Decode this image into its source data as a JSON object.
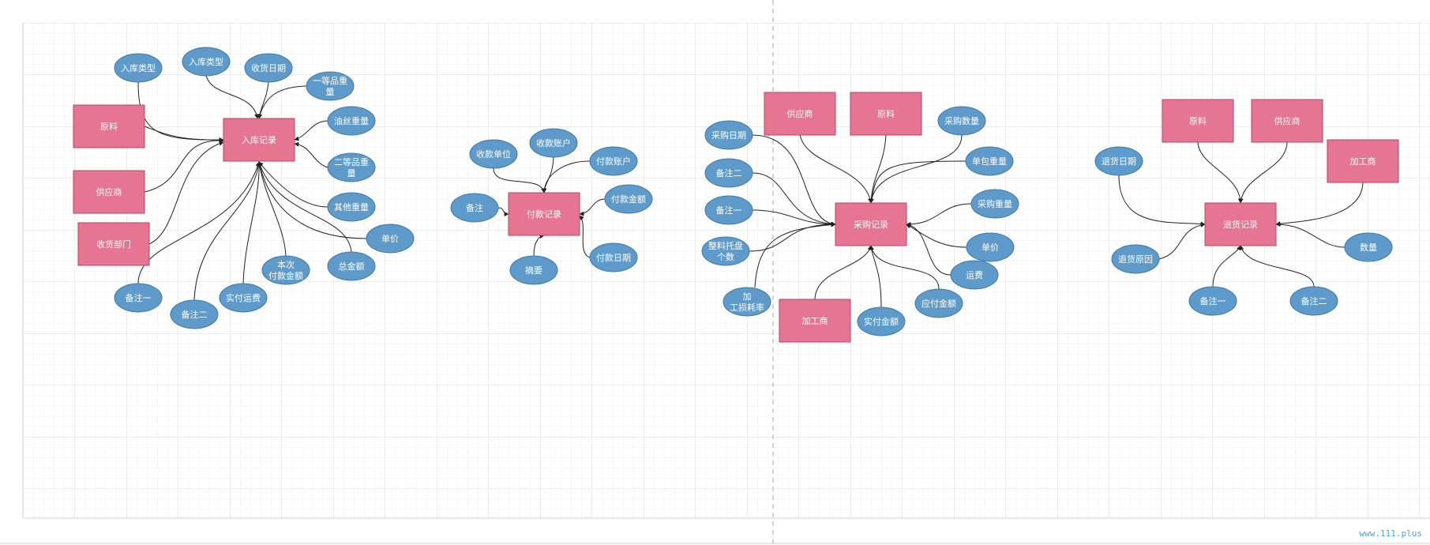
{
  "colors": {
    "entity_fill": "#e57590",
    "entity_stroke": "#b8476a",
    "attribute_fill": "#5e9bcb",
    "attribute_stroke": "#3d78a8",
    "text": "#ffffff",
    "edge": "#222222",
    "grid_minor": "#eeeeee",
    "grid_major": "#dadada"
  },
  "diagrams": [
    {
      "center": "入库记录",
      "entities": [
        "原料",
        "供应商",
        "收货部门"
      ],
      "attributes": [
        "入库类型",
        "入库类型",
        "收货日期",
        "一等品重量",
        "油丝重量",
        "二等品重量",
        "其他重量",
        "单价",
        "总金额",
        "本次付款金额",
        "实付运费",
        "备注二",
        "备注一"
      ]
    },
    {
      "center": "付款记录",
      "entities": [],
      "attributes": [
        "收款单位",
        "收款账户",
        "付款账户",
        "付款金额",
        "付款日期",
        "摘要",
        "备注"
      ]
    },
    {
      "center": "采购记录",
      "entities": [
        "供应商",
        "原料",
        "加工商"
      ],
      "attributes": [
        "采购日期",
        "备注二",
        "备注一",
        "整料托盘个数",
        "加工损耗率",
        "实付金额",
        "应付金额",
        "运费",
        "单价",
        "采购重量",
        "单包重量",
        "采购数量"
      ]
    },
    {
      "center": "退货记录",
      "entities": [
        "原料",
        "供应商",
        "加工商"
      ],
      "attributes": [
        "退货日期",
        "退货原因",
        "备注一",
        "备注二",
        "数量"
      ]
    }
  ],
  "watermark": "www.111.plus"
}
